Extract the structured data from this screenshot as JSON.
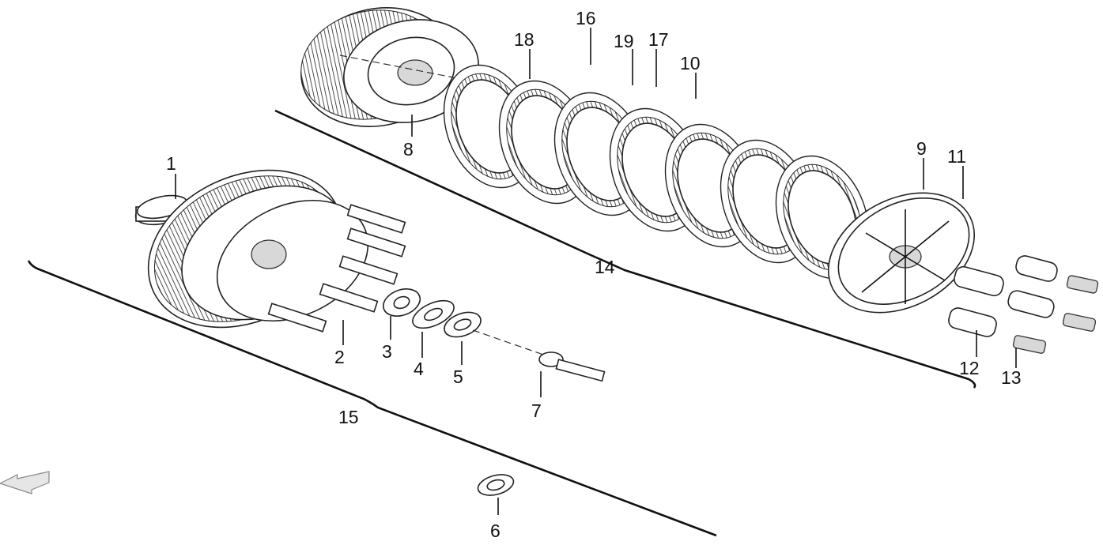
{
  "diagram": {
    "callouts": [
      {
        "id": "1"
      },
      {
        "id": "2"
      },
      {
        "id": "3"
      },
      {
        "id": "4"
      },
      {
        "id": "5"
      },
      {
        "id": "6"
      },
      {
        "id": "7"
      },
      {
        "id": "8"
      },
      {
        "id": "9"
      },
      {
        "id": "10"
      },
      {
        "id": "11"
      },
      {
        "id": "12"
      },
      {
        "id": "13"
      },
      {
        "id": "14"
      },
      {
        "id": "15"
      },
      {
        "id": "16"
      },
      {
        "id": "17"
      },
      {
        "id": "18"
      },
      {
        "id": "19"
      }
    ]
  }
}
